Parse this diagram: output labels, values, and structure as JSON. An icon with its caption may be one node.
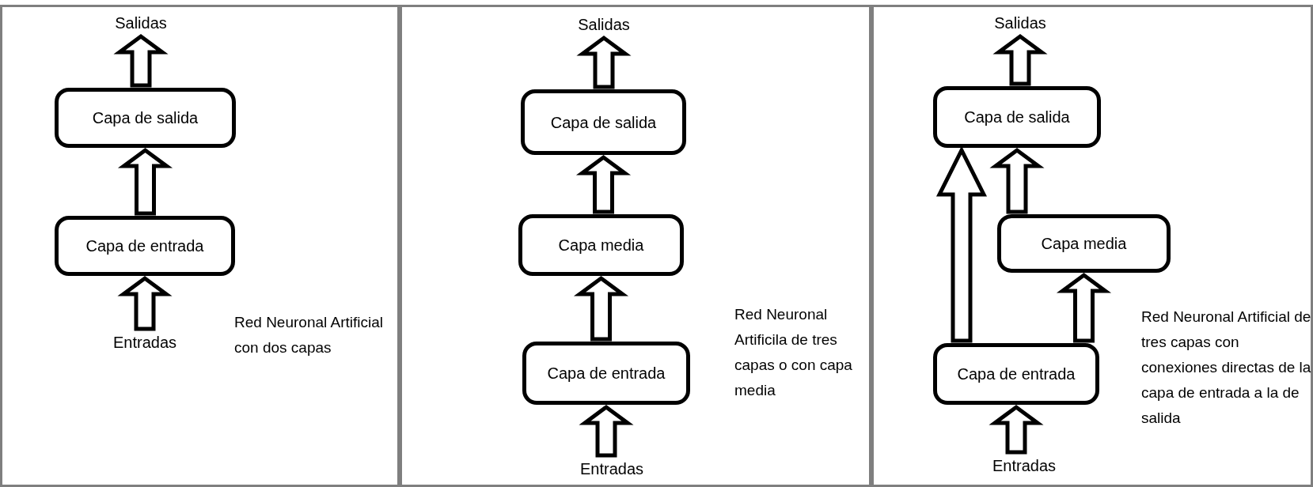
{
  "diagram": {
    "nodes": [
      {
        "text": [
          "Red Neuronal Artificial con dos capas"
        ]
      },
      {
        "text": [
          "Salidas"
        ],
        "in": 0
      },
      {
        "text": [
          "Capa de salida"
        ],
        "in": 0
      },
      {
        "text": [
          "Capa de entrada"
        ],
        "in": 0
      },
      {
        "text": [
          "Entradas"
        ],
        "in": 0
      },
      {
        "text": [
          "Red Neuronal Artificila de tres capas o con capa media"
        ]
      },
      {
        "text": [
          "Salidas"
        ],
        "in": 5
      },
      {
        "text": [
          "Capa de salida"
        ],
        "in": 5
      },
      {
        "text": [
          "Capa media"
        ],
        "in": 5
      },
      {
        "text": [
          "Capa de entrada"
        ],
        "in": 5
      },
      {
        "text": [
          "Entradas"
        ],
        "in": 5
      },
      {
        "text": [
          "Red Neuronal Artificial de tres capas con conexiones directas de la capa de entrada a la de salida"
        ]
      },
      {
        "text": [
          "Salidas"
        ],
        "in": 11
      },
      {
        "text": [
          "Capa de salida"
        ],
        "in": 11
      },
      {
        "text": [
          "Capa media"
        ],
        "in": 11
      },
      {
        "text": [
          "Capa de entrada"
        ],
        "in": 11
      },
      {
        "text": [
          "Entradas"
        ],
        "in": 11
      }
    ],
    "edges": [
      {
        "from": 4,
        "to": 3,
        "arrow": "to"
      },
      {
        "from": 3,
        "to": 2,
        "arrow": "to"
      },
      {
        "from": 2,
        "to": 1,
        "arrow": "to"
      },
      {
        "from": 10,
        "to": 9,
        "arrow": "to"
      },
      {
        "from": 9,
        "to": 8,
        "arrow": "to"
      },
      {
        "from": 8,
        "to": 7,
        "arrow": "to"
      },
      {
        "from": 7,
        "to": 6,
        "arrow": "to"
      },
      {
        "from": 16,
        "to": 15,
        "arrow": "to"
      },
      {
        "from": 15,
        "to": 14,
        "arrow": "to"
      },
      {
        "from": 14,
        "to": 13,
        "arrow": "to"
      },
      {
        "from": 13,
        "to": 12,
        "arrow": "to"
      },
      {
        "from": 15,
        "to": 13,
        "arrow": "to"
      }
    ]
  }
}
